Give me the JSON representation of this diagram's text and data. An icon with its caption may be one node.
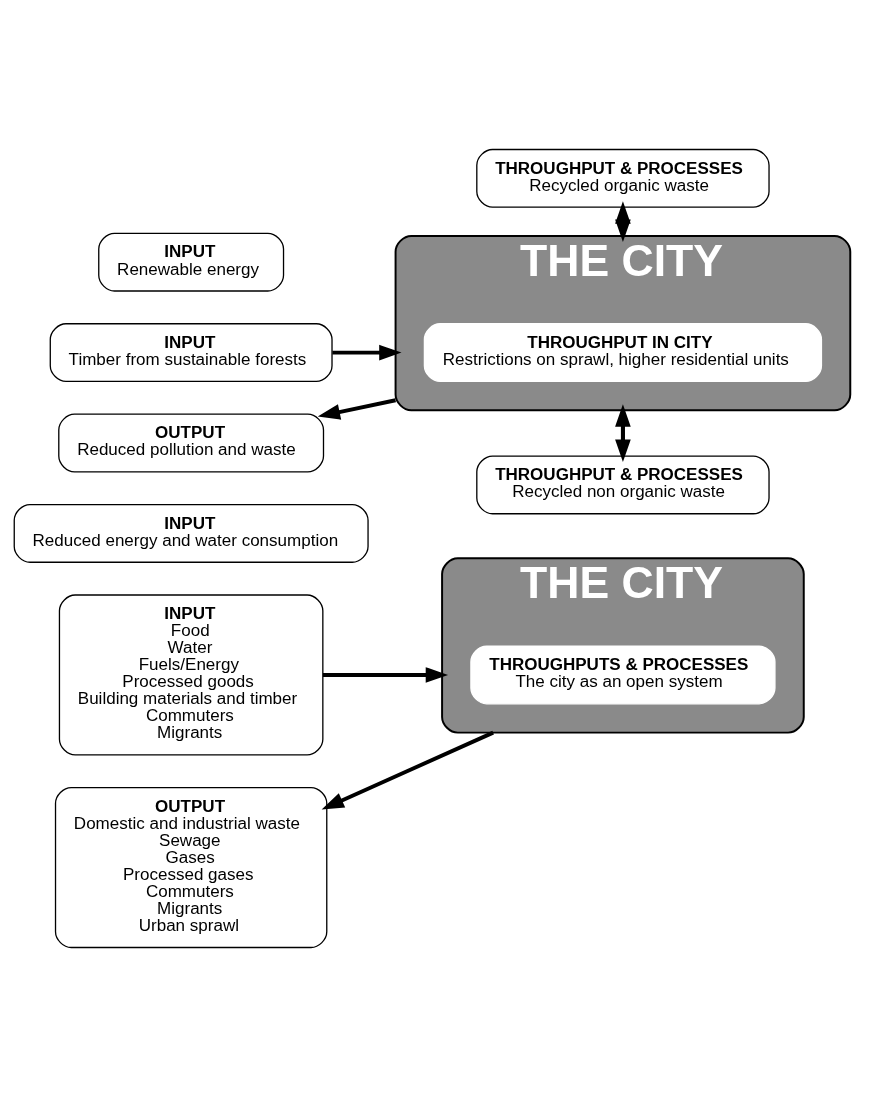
{
  "diagram": {
    "nodes": [
      {
        "text": [
          "INPUT",
          "Food",
          "Water",
          "Fuels/Energy",
          "Processed goods",
          "Building materials and timber",
          "Commuters",
          "Migrants"
        ]
      },
      {
        "text": [
          "THE CITY"
        ]
      },
      {
        "text": [
          "THROUGHPUTS & PROCESSES",
          "The city as an open system"
        ],
        "in": 1
      },
      {
        "text": [
          "OUTPUT",
          "Domestic and industrial waste",
          "Sewage",
          "Gases",
          "Processed gases",
          "Commuters",
          "Migrants",
          "Urban sprawl"
        ]
      },
      {
        "text": [
          "THROUGHPUT & PROCESSES",
          "Recycled non organic waste"
        ]
      },
      {
        "text": [
          "INPUT",
          "Reduced energy and water consumption"
        ]
      },
      {
        "text": [
          "INPUT",
          "Timber from sustainable forests"
        ]
      },
      {
        "text": [
          "INPUT",
          "Renewable energy"
        ]
      },
      {
        "text": [
          "THE CITY"
        ]
      },
      {
        "text": [
          "THROUGHPUT IN CITY",
          "Restrictions on sprawl, higher residential units"
        ],
        "in": 8
      },
      {
        "text": [
          "OUTPUT",
          "Reduced pollution and waste"
        ]
      },
      {
        "text": [
          "THROUGHPUT & PROCESSES",
          "Recycled organic waste"
        ]
      }
    ],
    "edges": [
      {
        "from": 0,
        "to": 1,
        "arrow": "to"
      },
      {
        "from": 1,
        "to": 3,
        "arrow": "to"
      },
      {
        "from": 4,
        "to": 8,
        "arrow": "to"
      },
      {
        "from": 8,
        "to": 4,
        "arrow": "to"
      },
      {
        "from": 6,
        "to": 8,
        "arrow": "to"
      },
      {
        "from": 8,
        "to": 10,
        "arrow": "to"
      },
      {
        "from": 8,
        "to": 11,
        "arrow": "to"
      },
      {
        "from": 11,
        "to": 8,
        "arrow": "to"
      }
    ]
  }
}
